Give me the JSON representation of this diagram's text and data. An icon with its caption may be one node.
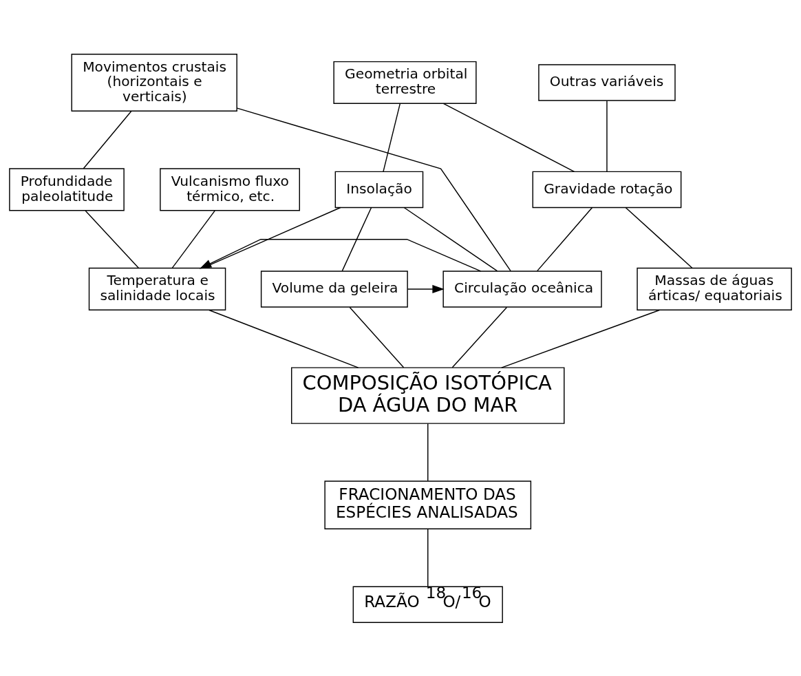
{
  "diagram": {
    "nodes": [
      {
        "text": [
          "Movimentos crustais (horizontais e verticais)"
        ]
      },
      {
        "text": [
          "Geometria orbital terrestre"
        ]
      },
      {
        "text": [
          "Outras variáveis"
        ]
      },
      {
        "text": [
          "Vulcanismo fluxo térmico, etc."
        ]
      },
      {
        "text": [
          "Profundidade paleolatitude"
        ]
      },
      {
        "text": [
          "Insolação"
        ]
      },
      {
        "text": [
          "Gravidade rotação"
        ]
      },
      {
        "text": [
          "Temperatura e salinidade locais"
        ]
      },
      {
        "text": [
          "Circulação oceânica"
        ]
      },
      {
        "text": [
          "Volume da geleira"
        ]
      },
      {
        "text": [
          "Massas de águas árticas/ equatoriais"
        ]
      },
      {
        "text": [
          "COMPOSIÇÃO ISOTÓPICA DA ÁGUA DO MAR"
        ]
      },
      {
        "text": [
          "FRACIONAMENTO DAS ESPÉCIES ANALISADAS"
        ]
      },
      {
        "text": [
          "RAZÃO $^{18}$O/$^{16}$O"
        ]
      }
    ],
    "edges": [
      {
        "from": 0,
        "to": 4,
        "arrow": "none"
      },
      {
        "from": 0,
        "to": 8,
        "arrow": "none"
      },
      {
        "from": 1,
        "to": 5,
        "arrow": "none"
      },
      {
        "from": 1,
        "to": 6,
        "arrow": "none"
      },
      {
        "from": 2,
        "to": 6,
        "arrow": "none"
      },
      {
        "from": 3,
        "to": 7,
        "arrow": "none"
      },
      {
        "from": 4,
        "to": 7,
        "arrow": "none"
      },
      {
        "from": 5,
        "to": 7,
        "arrow": "none"
      },
      {
        "from": 5,
        "to": 8,
        "arrow": "none"
      },
      {
        "from": 5,
        "to": 9,
        "arrow": "none"
      },
      {
        "from": 6,
        "to": 8,
        "arrow": "none"
      },
      {
        "from": 6,
        "to": 10,
        "arrow": "none"
      },
      {
        "from": 9,
        "to": 8,
        "arrow": "to"
      },
      {
        "from": 8,
        "to": 7,
        "arrow": "to"
      },
      {
        "from": 7,
        "to": 11,
        "arrow": "none"
      },
      {
        "from": 8,
        "to": 11,
        "arrow": "none"
      },
      {
        "from": 9,
        "to": 11,
        "arrow": "none"
      },
      {
        "from": 10,
        "to": 11,
        "arrow": "none"
      },
      {
        "from": 11,
        "to": 12,
        "arrow": "none"
      },
      {
        "from": 12,
        "to": 13,
        "arrow": "none"
      }
    ]
  }
}
